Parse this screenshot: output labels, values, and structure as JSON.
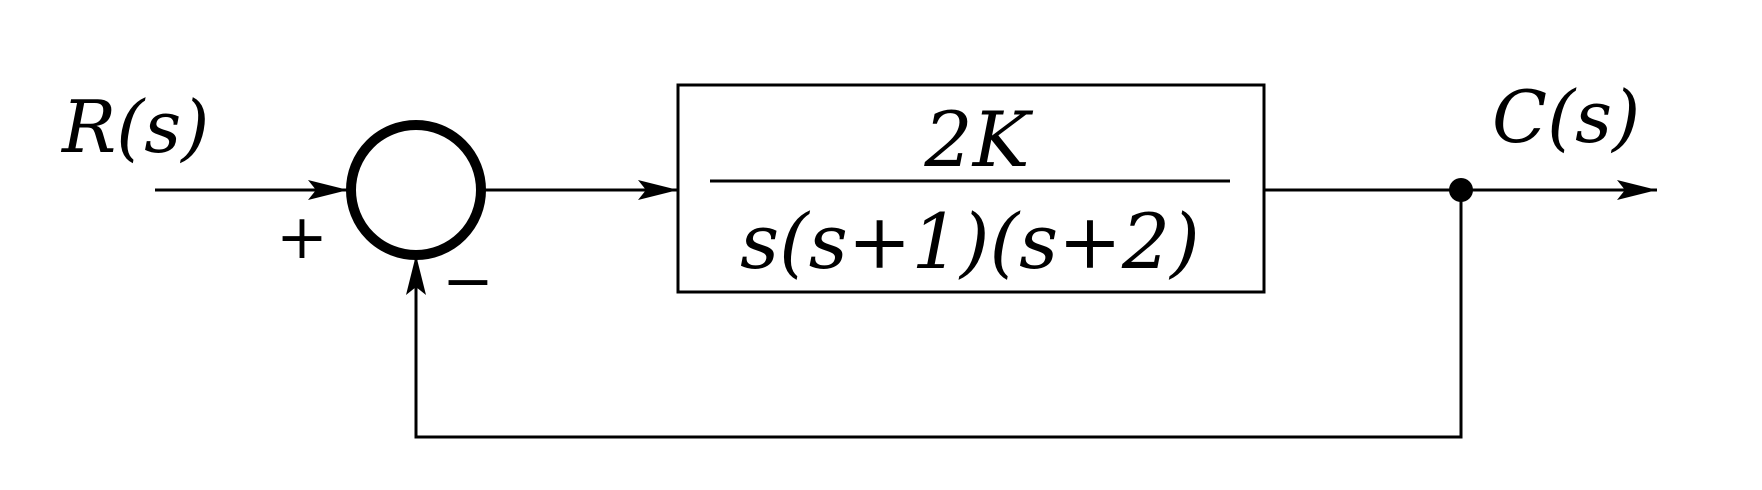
{
  "input": {
    "label": "R(s)"
  },
  "output": {
    "label": "C(s)"
  },
  "summing_junction": {
    "plus_sign": "+",
    "minus_sign": "−"
  },
  "block": {
    "numerator": "2K",
    "denominator": "s(s+1)(s+2)"
  },
  "colors": {
    "stroke": "#000000",
    "background": "#ffffff"
  }
}
